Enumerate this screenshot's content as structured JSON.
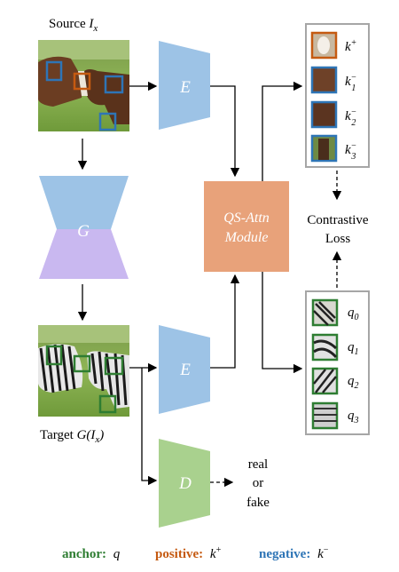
{
  "source": {
    "label": "Source ",
    "symbol": "I",
    "sub": "x"
  },
  "target": {
    "label": "Target ",
    "expr": "G(I",
    "sub": "x",
    "close": ")"
  },
  "encoder_top": "E",
  "encoder_bottom": "E",
  "generator": "G",
  "discriminator": "D",
  "qs_module": {
    "line1": "QS-Attn",
    "line2": "Module"
  },
  "contrastive": {
    "line1": "Contrastive",
    "line2": "Loss"
  },
  "real_fake": {
    "line1": "real",
    "line2": "or",
    "line3": "fake"
  },
  "keys": [
    {
      "base": "k",
      "sup": "+",
      "sub": ""
    },
    {
      "base": "k",
      "sup": "−",
      "sub": "1"
    },
    {
      "base": "k",
      "sup": "−",
      "sub": "2"
    },
    {
      "base": "k",
      "sup": "−",
      "sub": "3"
    }
  ],
  "queries": [
    {
      "base": "q",
      "sub": "0"
    },
    {
      "base": "q",
      "sub": "1"
    },
    {
      "base": "q",
      "sub": "2"
    },
    {
      "base": "q",
      "sub": "3"
    }
  ],
  "legend": {
    "anchor_label": "anchor:",
    "anchor_sym": "q",
    "positive_label": "positive:",
    "positive_sym": "k",
    "positive_sup": "+",
    "negative_label": "negative:",
    "negative_sym": "k",
    "negative_sup": "−"
  },
  "colors": {
    "encoder": "#9dc3e6",
    "generator_top": "#9dc3e6",
    "generator_bottom": "#c9b8f0",
    "discriminator": "#a9d18e",
    "qs_module": "#e8a27a",
    "anchor": "#2e7d32",
    "positive": "#c55a11",
    "negative": "#2e75b6"
  }
}
